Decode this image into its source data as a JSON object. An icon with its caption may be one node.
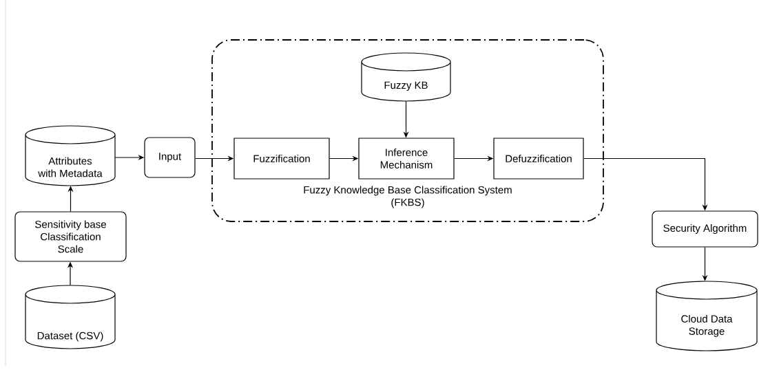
{
  "diagram": {
    "nodes": [
      {
        "text": [
          "Attributes with Metadata"
        ]
      },
      {
        "text": [
          "Input"
        ]
      },
      {
        "text": [
          "Fuzzy Knowledge Base Classification System",
          "(FKBS)"
        ]
      },
      {
        "text": [
          "Fuzzy KB"
        ],
        "in": 2
      },
      {
        "text": [
          "Fuzzification"
        ],
        "in": 2
      },
      {
        "text": [
          "Inference Mechanism"
        ],
        "in": 2
      },
      {
        "text": [
          "Defuzzification"
        ],
        "in": 2
      },
      {
        "text": [
          "Sensitivity base Classification Scale"
        ]
      },
      {
        "text": [
          "Security Algorithm"
        ]
      },
      {
        "text": [
          "Dataset (CSV)"
        ]
      },
      {
        "text": [
          "Cloud Data Storage"
        ]
      }
    ],
    "edges": [
      {
        "from": 9,
        "to": 7,
        "arrow": "to"
      },
      {
        "from": 7,
        "to": 0,
        "arrow": "to"
      },
      {
        "from": 0,
        "to": 1,
        "arrow": "to"
      },
      {
        "from": 1,
        "to": 4,
        "arrow": "to"
      },
      {
        "from": 4,
        "to": 5,
        "arrow": "to"
      },
      {
        "from": 3,
        "to": 5,
        "arrow": "to"
      },
      {
        "from": 5,
        "to": 6,
        "arrow": "to"
      },
      {
        "from": 6,
        "to": 8,
        "arrow": "to"
      },
      {
        "from": 8,
        "to": 10,
        "arrow": "to"
      }
    ]
  }
}
